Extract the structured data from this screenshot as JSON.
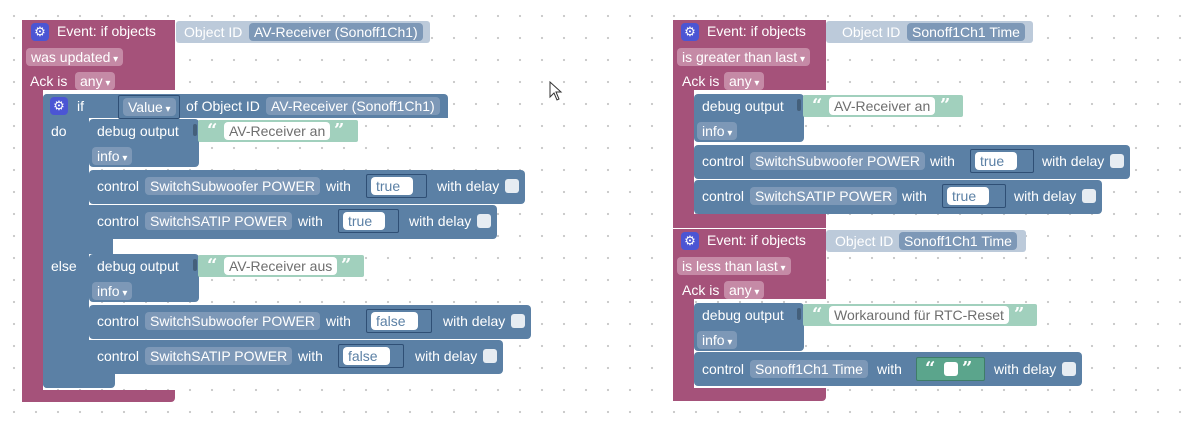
{
  "event1": {
    "header": "Event: if objects",
    "object_id_label": "Object ID",
    "object_id_value": "AV-Receiver (Sonoff1Ch1)",
    "condition": "was updated",
    "ack_label": "Ack is",
    "ack_value": "any",
    "if_block": {
      "if_label": "if",
      "value_dropdown": "Value",
      "of_object_label": "of Object ID",
      "object_value": "AV-Receiver (Sonoff1Ch1)",
      "do_label": "do",
      "else_label": "else",
      "do_debug": {
        "label": "debug output",
        "text": "AV-Receiver an",
        "level": "info"
      },
      "do_controls": [
        {
          "label": "control",
          "object": "SwitchSubwoofer POWER",
          "with": "with",
          "value": "true",
          "delay": "with delay"
        },
        {
          "label": "control",
          "object": "SwitchSATIP POWER",
          "with": "with",
          "value": "true",
          "delay": "with delay"
        }
      ],
      "else_debug": {
        "label": "debug output",
        "text": "AV-Receiver aus",
        "level": "info"
      },
      "else_controls": [
        {
          "label": "control",
          "object": "SwitchSubwoofer POWER",
          "with": "with",
          "value": "false",
          "delay": "with delay"
        },
        {
          "label": "control",
          "object": "SwitchSATIP POWER",
          "with": "with",
          "value": "false",
          "delay": "with delay"
        }
      ]
    }
  },
  "event2": {
    "header": "Event: if objects",
    "object_id_label": "Object ID",
    "object_id_value": "Sonoff1Ch1  Time",
    "condition": "is greater than last",
    "ack_label": "Ack is",
    "ack_value": "any",
    "debug": {
      "label": "debug output",
      "text": "AV-Receiver an",
      "level": "info"
    },
    "controls": [
      {
        "label": "control",
        "object": "SwitchSubwoofer POWER",
        "with": "with",
        "value": "true",
        "delay": "with delay"
      },
      {
        "label": "control",
        "object": "SwitchSATIP POWER",
        "with": "with",
        "value": "true",
        "delay": "with delay"
      }
    ]
  },
  "event3": {
    "header": "Event: if objects",
    "object_id_label": "Object ID",
    "object_id_value": "Sonoff1Ch1  Time",
    "condition": "is less than last",
    "ack_label": "Ack is",
    "ack_value": "any",
    "debug": {
      "label": "debug output",
      "text": "Workaround für RTC-Reset",
      "level": "info"
    },
    "control": {
      "label": "control",
      "object": "Sonoff1Ch1  Time",
      "with": "with",
      "delay": "with delay"
    }
  },
  "colors": {
    "event_block": "#a5527a",
    "control_block": "#5b80a5",
    "text_block": "#a1d0bd",
    "gear_icon": "#4b55d4"
  },
  "icons": [
    "gear-icon",
    "dropdown-arrow-icon",
    "quote-open-icon",
    "quote-close-icon",
    "mouse-cursor-icon"
  ]
}
